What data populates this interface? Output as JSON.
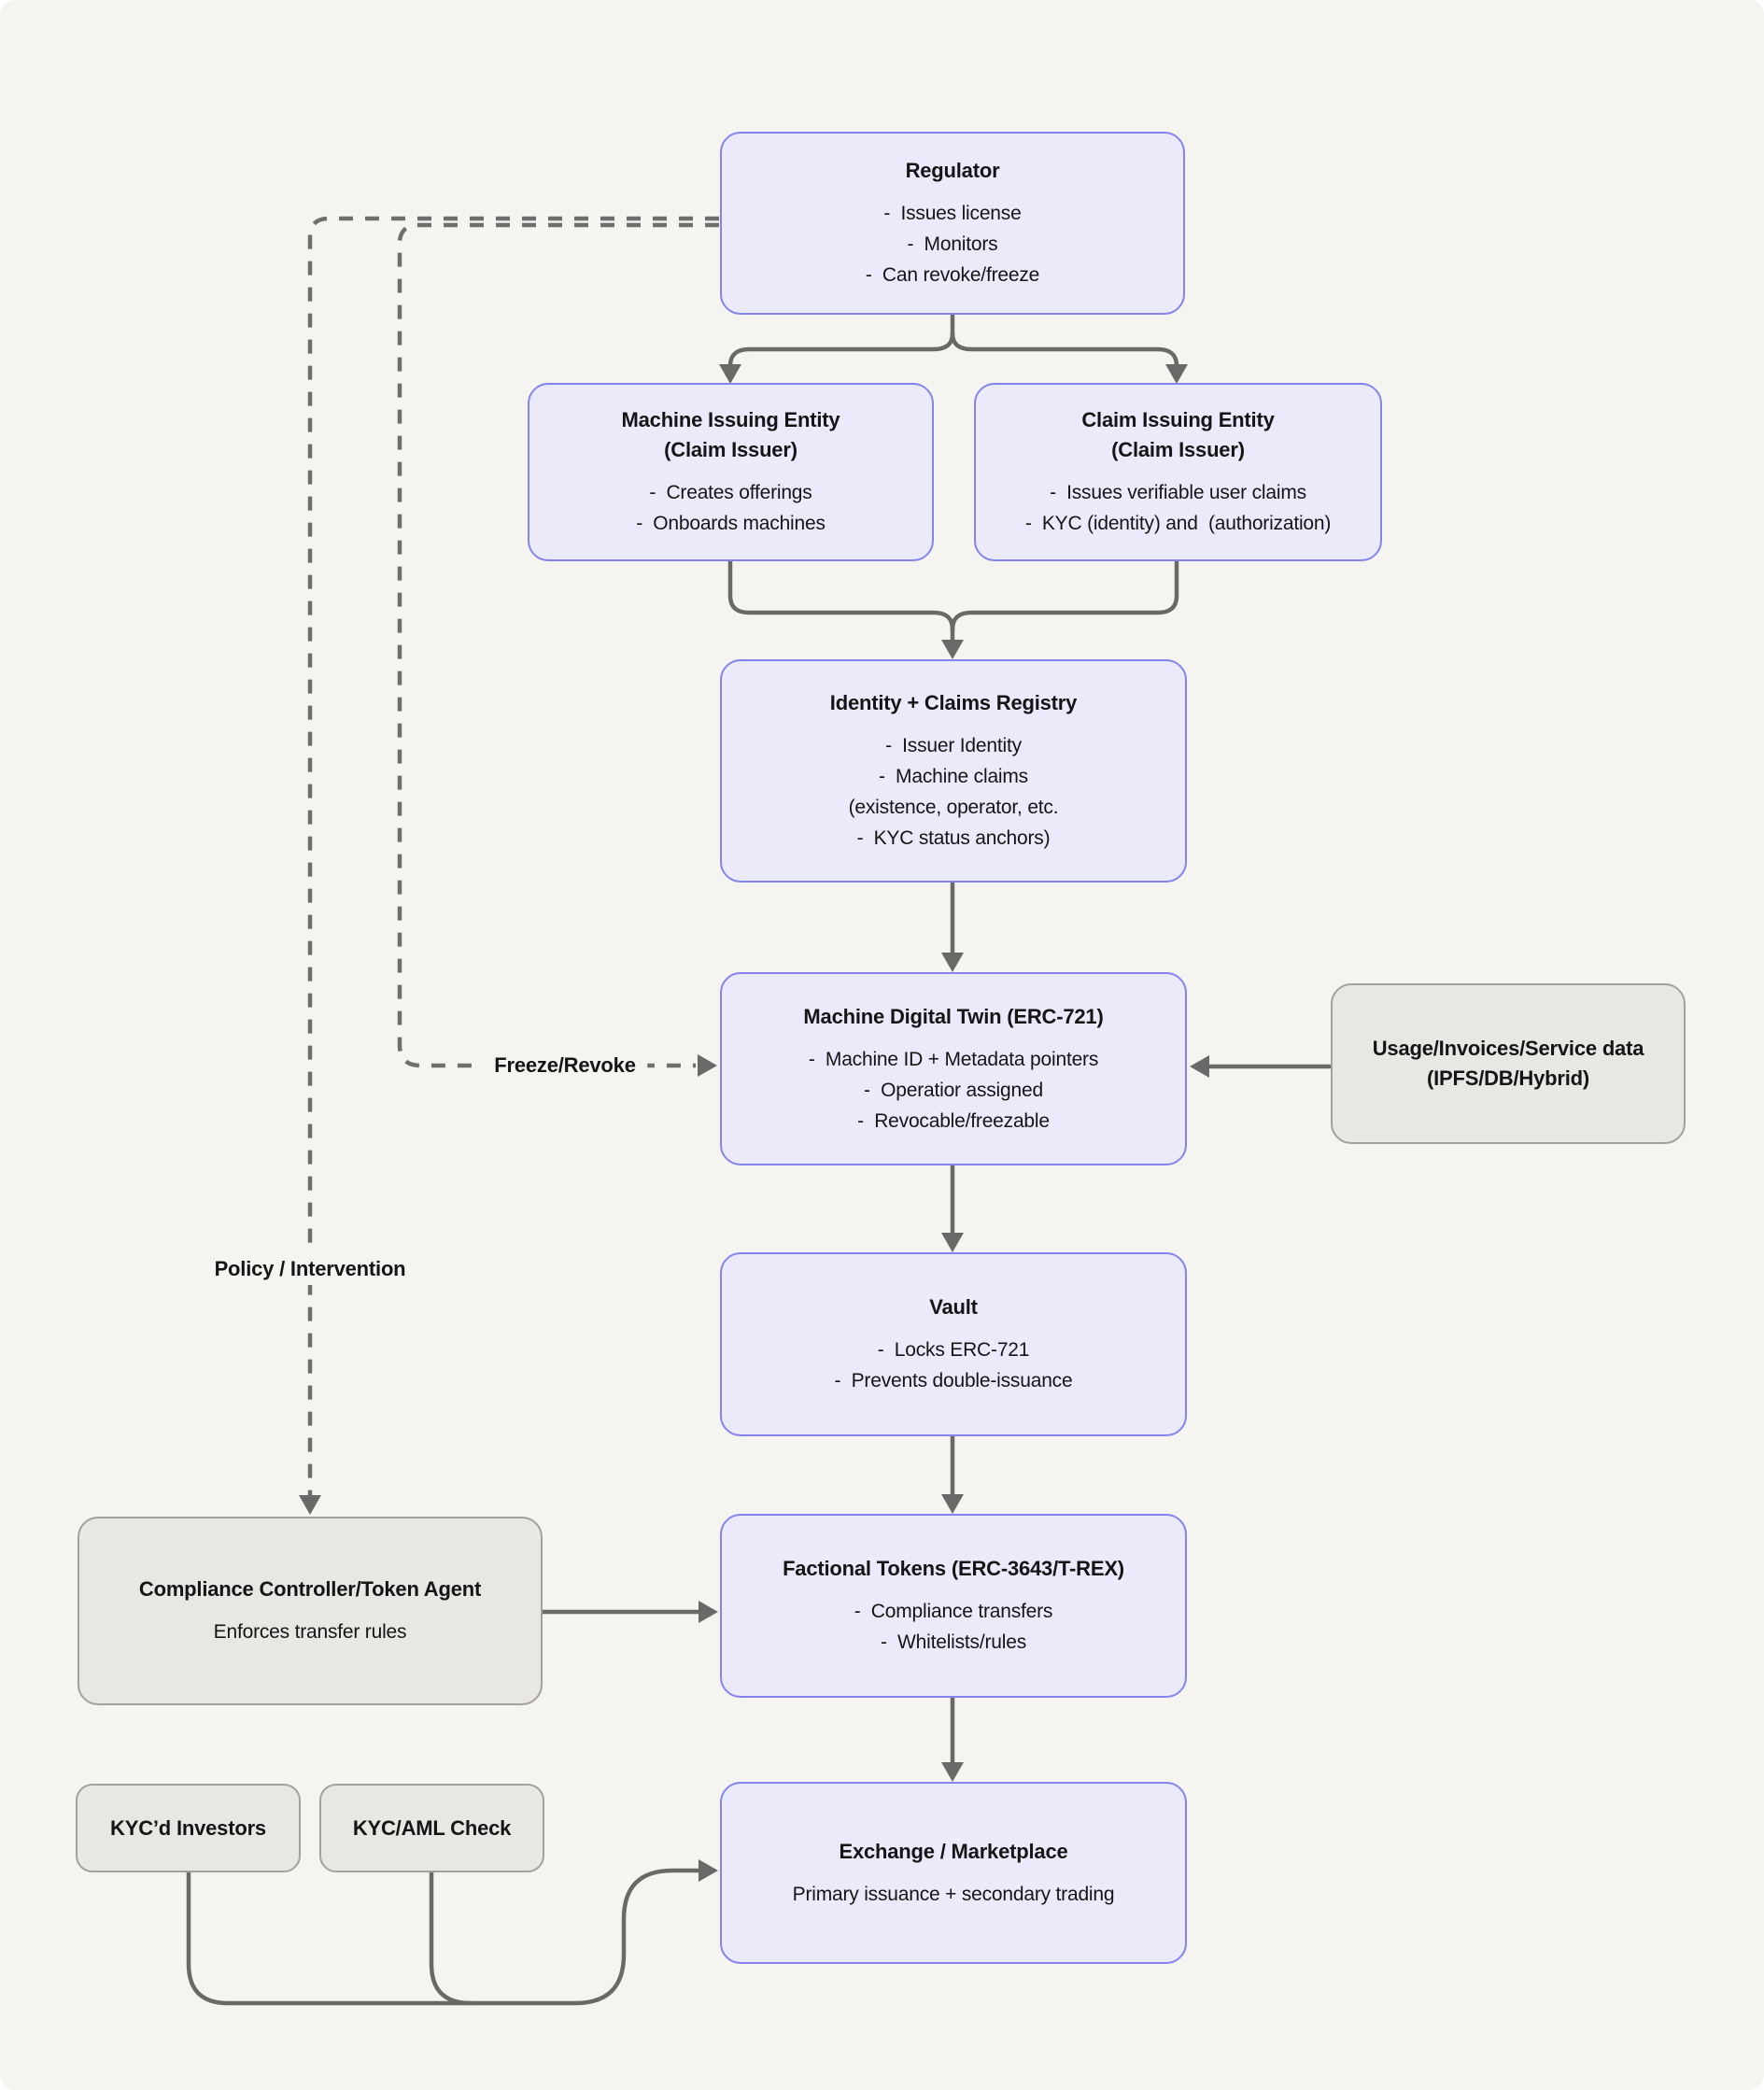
{
  "colors": {
    "background": "#f5f4f1",
    "node_purple_fill": "#ebeafb",
    "node_purple_border": "#8484ec",
    "node_gray_fill": "#e9e7e4",
    "node_gray_border": "#a4a19c",
    "arrow": "#6b6967",
    "text": "#151515"
  },
  "nodes": {
    "regulator": {
      "title": "Regulator",
      "lines": [
        "-  Issues license",
        "-  Monitors",
        "-  Can revoke/freeze"
      ]
    },
    "machine_issuing": {
      "title": "Machine Issuing Entity",
      "title2": "(Claim Issuer)",
      "lines": [
        "-  Creates offerings",
        "-  Onboards machines"
      ]
    },
    "claim_issuing": {
      "title": "Claim Issuing Entity",
      "title2": "(Claim Issuer)",
      "lines": [
        "-  Issues verifiable user claims",
        "-  KYC (identity) and  (authorization)"
      ]
    },
    "registry": {
      "title": "Identity + Claims Registry",
      "lines": [
        "-  Issuer Identity",
        "-  Machine claims",
        "(existence, operator, etc.",
        "-  KYC status anchors)"
      ]
    },
    "digital_twin": {
      "title": "Machine Digital Twin (ERC-721)",
      "lines": [
        "-  Machine ID + Metadata pointers",
        "-  Operatior assigned",
        "-  Revocable/freezable"
      ]
    },
    "usage_data": {
      "title": "Usage/Invoices/Service data",
      "title2": "(IPFS/DB/Hybrid)"
    },
    "vault": {
      "title": "Vault",
      "lines": [
        "-  Locks ERC-721",
        "-  Prevents double-issuance"
      ]
    },
    "compliance": {
      "title": "Compliance Controller/Token Agent",
      "lines": [
        "Enforces transfer rules"
      ]
    },
    "factional_tokens": {
      "title": "Factional Tokens (ERC-3643/T-REX)",
      "lines": [
        "-  Compliance transfers",
        "-  Whitelists/rules"
      ]
    },
    "kyc_investors": {
      "title": "KYC’d Investors"
    },
    "kyc_aml": {
      "title": "KYC/AML Check"
    },
    "exchange": {
      "title": "Exchange / Marketplace",
      "lines": [
        "Primary issuance + secondary trading"
      ]
    }
  },
  "edge_labels": {
    "freeze_revoke": "Freeze/Revoke",
    "policy_intervention": "Policy / Intervention"
  }
}
